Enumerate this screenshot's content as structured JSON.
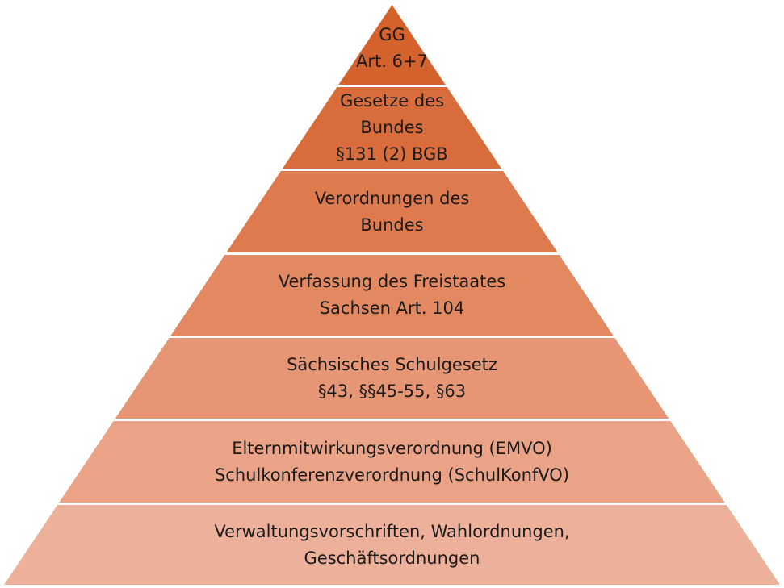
{
  "diagram": {
    "tiers": [
      {
        "lines": [
          "GG",
          "Art. 6+7"
        ],
        "color": "#d4622d"
      },
      {
        "lines": [
          "Gesetze des",
          "Bundes",
          "§131 (2) BGB"
        ],
        "color": "#d86c3b"
      },
      {
        "lines": [
          "Verordnungen des",
          "Bundes"
        ],
        "color": "#df7a4e"
      },
      {
        "lines": [
          "Verfassung des Freistaates",
          "Sachsen Art. 104"
        ],
        "color": "#e38962"
      },
      {
        "lines": [
          "Sächsisches Schulgesetz",
          "§43, §§45-55, §63"
        ],
        "color": "#e69675"
      },
      {
        "lines": [
          "Elternmitwirkungsverordnung (EMVO)",
          "Schulkonferenzverordnung (SchulKonfVO)"
        ],
        "color": "#eaa387"
      },
      {
        "lines": [
          "Verwaltungsvorschriften, Wahlordnungen,",
          "Geschäftsordnungen"
        ],
        "color": "#edb19b"
      }
    ]
  }
}
